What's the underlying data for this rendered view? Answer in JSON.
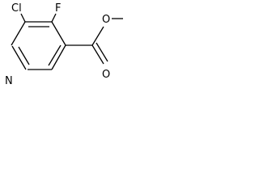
{
  "molecule": {
    "atoms": {
      "chlorine": "Cl",
      "fluorine": "F",
      "nitrogen": "N",
      "carbonyl_oxygen": "O",
      "ester_oxygen": "O"
    },
    "colors": {
      "bond": "#000000",
      "label": "#000000",
      "background": "#ffffff"
    }
  }
}
